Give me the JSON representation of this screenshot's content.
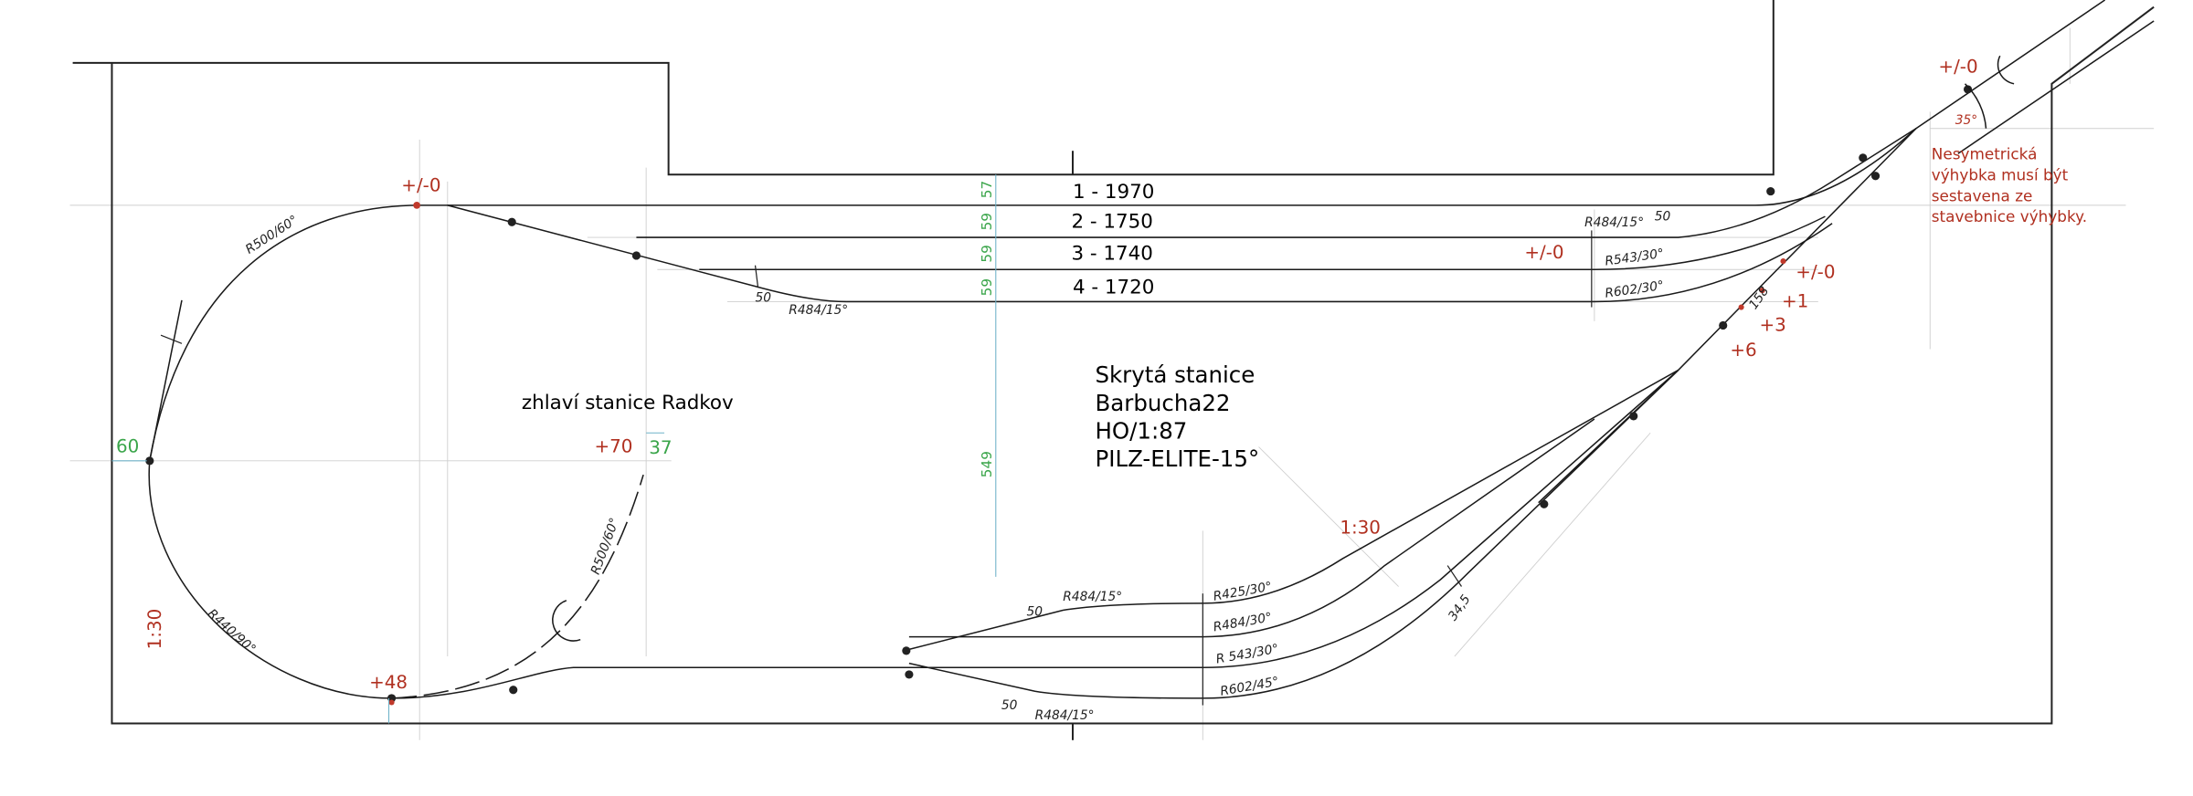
{
  "colors": {
    "track": "#1a1a1a",
    "annotation_red": "#b03020",
    "dimension_green": "#3aa54a",
    "dimension_line": "#6fb3c9"
  },
  "tracks": [
    {
      "label": "1 - 1970",
      "spacing": "57"
    },
    {
      "label": "2 - 1750",
      "spacing": "59"
    },
    {
      "label": "3 - 1740",
      "spacing": "59"
    },
    {
      "label": "4 - 1720",
      "spacing": "59"
    }
  ],
  "depth_dimension": "549",
  "title_block": {
    "line1": "Skrytá stanice",
    "line2": "Barbucha22",
    "line3": "HO/1:87",
    "line4": "PILZ-ELITE-15°"
  },
  "station_head": "zhlaví stanice Radkov",
  "heights": {
    "loop_top": "+/-0",
    "loop_bottom": "+48",
    "helix": "+70",
    "station_mid": "+/-0",
    "throat": "+/-0",
    "ramp_1": "+1",
    "ramp_3": "+3",
    "ramp_6": "+6",
    "top_right": "+/-0"
  },
  "gradients": {
    "left": "1:30",
    "center": "1:30"
  },
  "green_dims": {
    "left_gap": "60",
    "helix_gap": "37"
  },
  "curve_labels": {
    "loop_upper": "R500/60°",
    "loop_lower": "R440/90°",
    "helix": "R500/60°",
    "ladder_end": "R484/15°",
    "ladder_50": "50",
    "right_r484": "R484/15°",
    "right_50": "50",
    "right_r543": "R543/30°",
    "right_r602": "R602/30°",
    "dim_158": "158",
    "angle": "35°",
    "bottom_r484_top": "R484/15°",
    "bottom_50_top": "50",
    "r425": "R425/30°",
    "r484_30": "R484/30°",
    "r543_30": "R 543/30°",
    "r602_45": "R602/45°",
    "bottom_50": "50",
    "bottom_r484": "R484/15°",
    "dim_345": "34,5"
  },
  "note": {
    "line1": "Nesymetrická",
    "line2": "výhybka musí být",
    "line3": "sestavena ze",
    "line4": "stavebnice výhybky."
  }
}
